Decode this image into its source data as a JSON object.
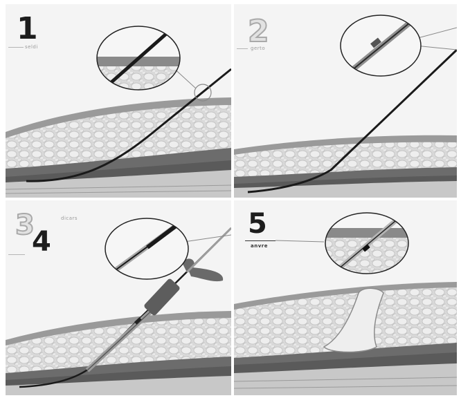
{
  "figure": {
    "panels": [
      {
        "id": "1",
        "step_number": "1",
        "caption": "seldi"
      },
      {
        "id": "2",
        "step_number": "2",
        "caption": "gerto"
      },
      {
        "id": "3-4",
        "step_numbers": [
          "3",
          "4"
        ],
        "caption": "dicars"
      },
      {
        "id": "5",
        "step_number": "5",
        "caption": "anvre"
      }
    ]
  },
  "colors": {
    "background": "#f4f4f4",
    "muscle": "#7a7a7a",
    "skin": "#9c9c9c",
    "fat": "#dcdcdc",
    "instrument": "#1a1a1a"
  },
  "icons": [
    "magnifier-inset",
    "guidewire",
    "needle",
    "dilator",
    "sheath"
  ]
}
